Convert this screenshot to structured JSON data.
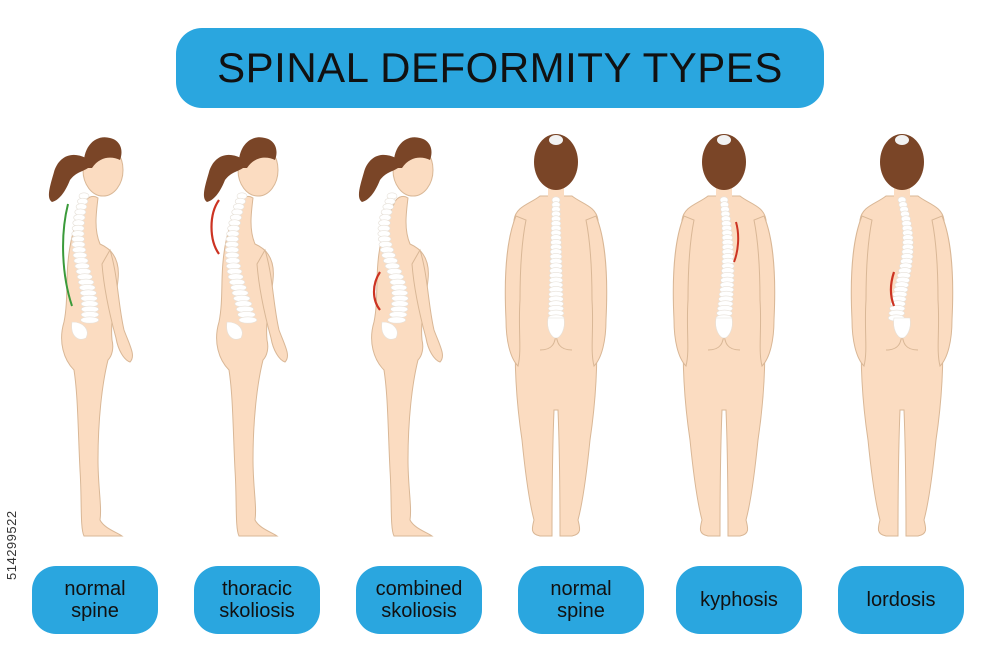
{
  "title": "SPINAL DEFORMITY TYPES",
  "stock_id": "514299522",
  "colors": {
    "banner": "#2aa6df",
    "skin": "#fbdcc1",
    "skin_outline": "#d9b796",
    "hair": "#7a4527",
    "spine": "#ffffff",
    "normal_marker": "#3a9a3a",
    "deformity_marker": "#cc3322"
  },
  "figures": [
    {
      "view": "side",
      "marker": "normal"
    },
    {
      "view": "side",
      "marker": "thoracic"
    },
    {
      "view": "side",
      "marker": "combined"
    },
    {
      "view": "back",
      "marker": "none"
    },
    {
      "view": "back",
      "marker": "kyphosis"
    },
    {
      "view": "back",
      "marker": "lordosis"
    }
  ],
  "labels": [
    {
      "line1": "normal",
      "line2": "spine"
    },
    {
      "line1": "thoracic",
      "line2": "skoliosis"
    },
    {
      "line1": "combined",
      "line2": "skoliosis"
    },
    {
      "line1": "normal",
      "line2": "spine"
    },
    {
      "line1": "kyphosis",
      "line2": ""
    },
    {
      "line1": "lordosis",
      "line2": ""
    }
  ]
}
